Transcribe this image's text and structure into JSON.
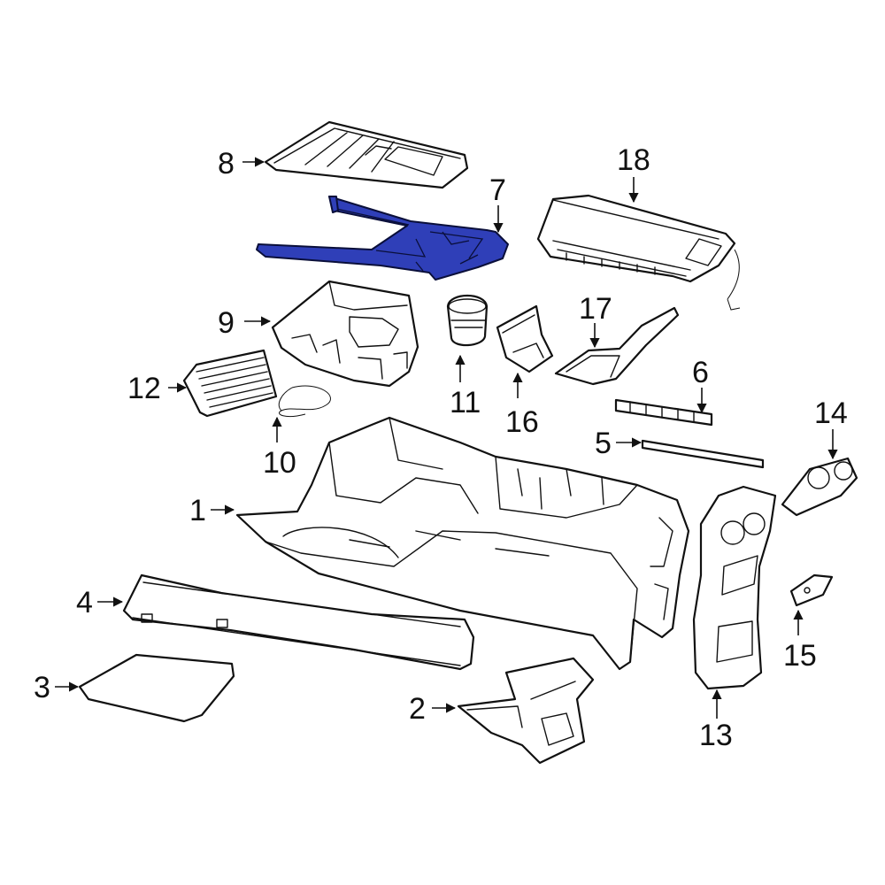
{
  "diagram": {
    "highlight_color": "#2f3fb8",
    "line_color": "#111111",
    "background": "#ffffff",
    "callouts": [
      {
        "id": "c1",
        "label": "1"
      },
      {
        "id": "c2",
        "label": "2"
      },
      {
        "id": "c3",
        "label": "3"
      },
      {
        "id": "c4",
        "label": "4"
      },
      {
        "id": "c5",
        "label": "5"
      },
      {
        "id": "c6",
        "label": "6"
      },
      {
        "id": "c7",
        "label": "7"
      },
      {
        "id": "c8",
        "label": "8"
      },
      {
        "id": "c9",
        "label": "9"
      },
      {
        "id": "c10",
        "label": "10"
      },
      {
        "id": "c11",
        "label": "11"
      },
      {
        "id": "c12",
        "label": "12"
      },
      {
        "id": "c13",
        "label": "13"
      },
      {
        "id": "c14",
        "label": "14"
      },
      {
        "id": "c15",
        "label": "15"
      },
      {
        "id": "c16",
        "label": "16"
      },
      {
        "id": "c17",
        "label": "17"
      },
      {
        "id": "c18",
        "label": "18"
      }
    ]
  }
}
